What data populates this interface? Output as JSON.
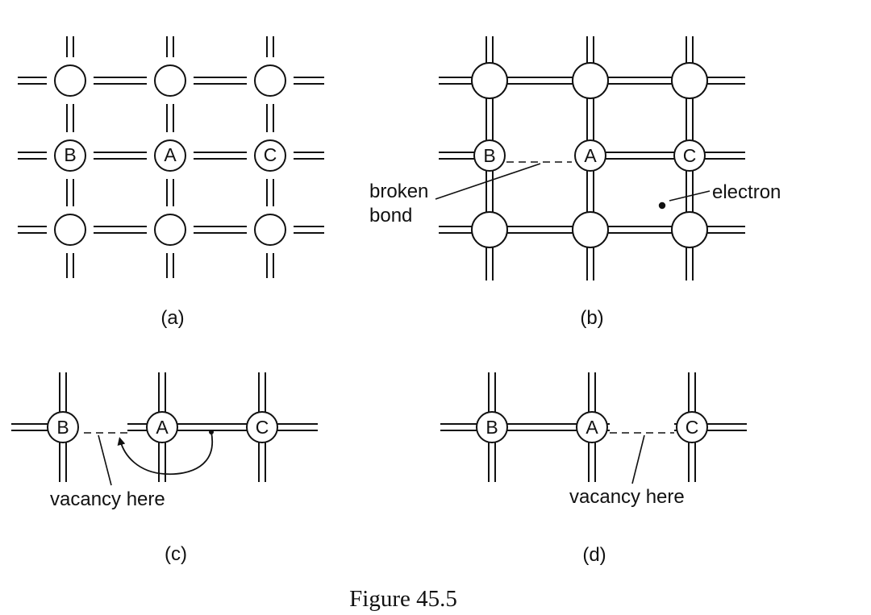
{
  "figure_caption": "Figure 45.5",
  "colors": {
    "ink": "#111111",
    "background": "#ffffff"
  },
  "panels": {
    "a": {
      "label": "(a)",
      "atom_labels": {
        "B": "B",
        "A": "A",
        "C": "C"
      }
    },
    "b": {
      "label": "(b)",
      "atom_labels": {
        "B": "B",
        "A": "A",
        "C": "C"
      },
      "broken_bond_label": [
        "broken",
        "bond"
      ],
      "electron_label": "electron"
    },
    "c": {
      "label": "(c)",
      "atom_labels": {
        "B": "B",
        "A": "A",
        "C": "C"
      },
      "vacancy_label": "vacancy here"
    },
    "d": {
      "label": "(d)",
      "atom_labels": {
        "B": "B",
        "A": "A",
        "C": "C"
      },
      "vacancy_label": "vacancy here"
    }
  }
}
